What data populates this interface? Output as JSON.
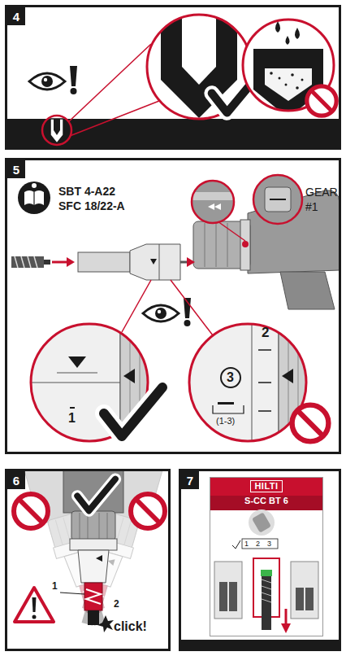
{
  "diagram": {
    "nodes": [
      {
        "text": [
          "4"
        ]
      },
      {
        "text": [
          "5"
        ]
      },
      {
        "text": [
          "6"
        ]
      },
      {
        "text": [
          "7"
        ]
      },
      {
        "text": [
          "HILTI",
          "S-CC BT 6"
        ],
        "in": 3
      }
    ],
    "labels": [
      "SBT 4-A22",
      "SFC 18/22-A",
      "GEAR",
      "#1",
      "1",
      "2",
      "3",
      "(1-3)",
      "1",
      "2",
      "click!",
      "1",
      "2",
      "3"
    ]
  }
}
